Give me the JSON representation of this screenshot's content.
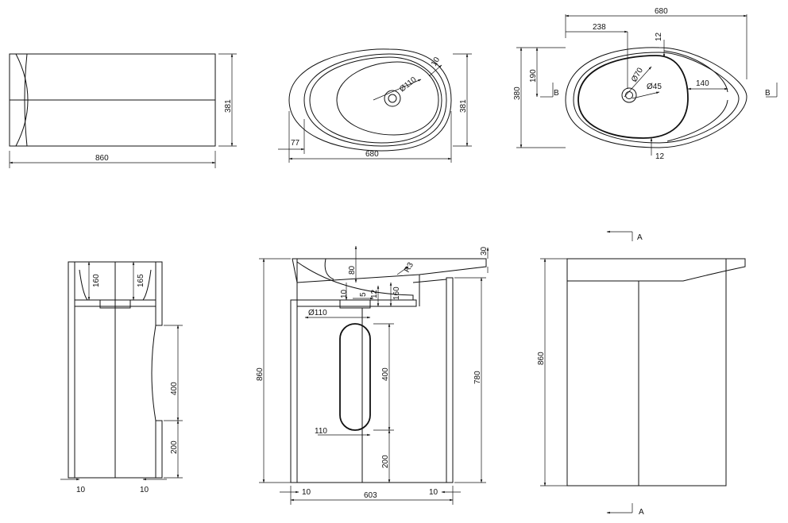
{
  "views": {
    "side_top": {
      "width": "860",
      "height": "381"
    },
    "top_basin": {
      "overhang": "77",
      "width": "680",
      "height": "381",
      "drain": "Ø110",
      "wall": "10"
    },
    "top_plan_b": {
      "width": "680",
      "offset": "238",
      "rim_top": "12",
      "rim_bottom": "12",
      "height": "380",
      "half": "190",
      "outer_drain": "Ø70",
      "inner_drain": "Ø45",
      "offset_r": "140",
      "section_label_left": "B",
      "section_label_right": "B"
    },
    "section_left": {
      "basin_depth_left": "160",
      "basin_depth_right": "165",
      "recess": "400",
      "base": "200",
      "wall_left": "10",
      "wall_right": "10"
    },
    "section_center": {
      "total_height": "860",
      "top_thick": "30",
      "top_dim": "80",
      "radius": "R3",
      "gap": "5",
      "wall": "10",
      "rim": "12",
      "depth": "160",
      "drain": "Ø110",
      "slot": "400",
      "slot_width": "110",
      "foot": "200",
      "inner_height": "780",
      "wall_left": "10",
      "width": "603",
      "wall_right": "10"
    },
    "front_right": {
      "height": "860",
      "section_label_top": "A",
      "section_label_bottom": "A"
    }
  }
}
